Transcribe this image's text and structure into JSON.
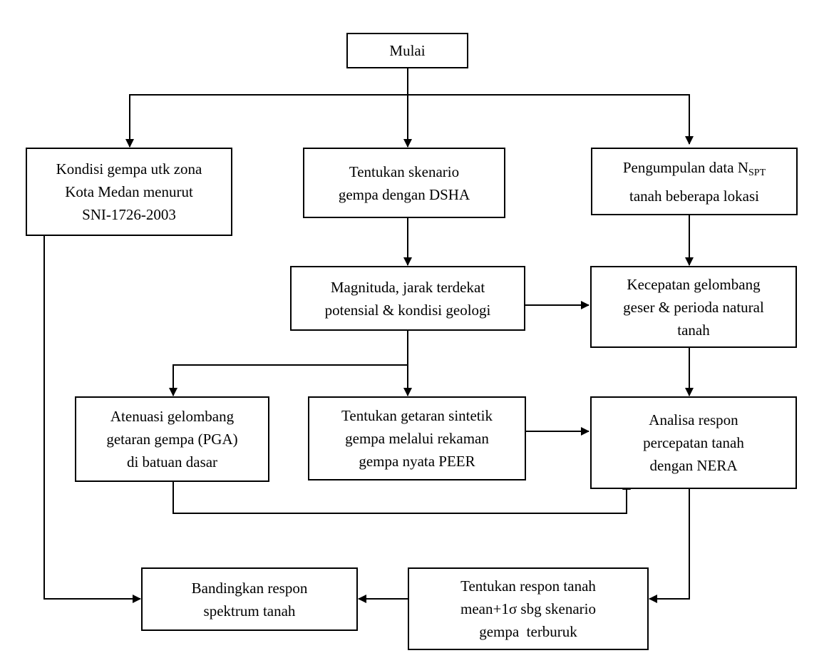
{
  "flowchart": {
    "start": "Mulai",
    "kondisi_gempa": [
      "Kondisi gempa utk zona",
      "Kota Medan menurut",
      "SNI-1726-2003"
    ],
    "skenario_dsha": [
      "Tentukan skenario",
      "gempa dengan DSHA"
    ],
    "pengumpulan": {
      "line1_prefix": "Pengumpulan data N",
      "line1_sub": "SPT",
      "line2": "tanah beberapa lokasi"
    },
    "magnituda": [
      "Magnituda, jarak terdekat",
      "potensial & kondisi geologi"
    ],
    "kecepatan": [
      "Kecepatan gelombang",
      "geser & perioda natural",
      "tanah"
    ],
    "atenuasi": [
      "Atenuasi gelombang",
      "getaran gempa (PGA)",
      "di batuan dasar"
    ],
    "getaran_sintetik": [
      "Tentukan getaran sintetik",
      "gempa melalui rekaman",
      "gempa nyata PEER"
    ],
    "analisa": [
      "Analisa respon",
      "percepatan tanah",
      "dengan NERA"
    ],
    "bandingkan": [
      "Bandingkan respon",
      "spektrum tanah"
    ],
    "respon_tanah": [
      "Tentukan respon tanah",
      "mean+1σ sbg skenario",
      "gempa  terburuk"
    ]
  }
}
